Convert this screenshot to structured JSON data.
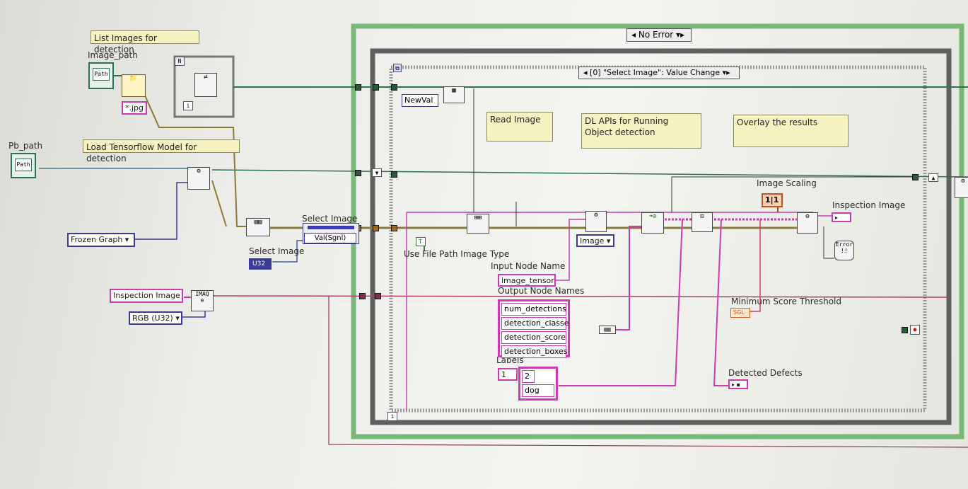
{
  "comments": {
    "list_images": "List Images for detection",
    "load_model": "Load Tensorflow Model for detection",
    "read_image": "Read Image",
    "dl_apis": "DL APIs for Running Object detection",
    "overlay": "Overlay the results"
  },
  "labels": {
    "image_path": "Image_path",
    "pb_path": "Pb_path",
    "select_image_top": "Select Image",
    "select_image_ctl": "Select Image",
    "use_file_path": "Use File Path Image Type",
    "input_node_name": "Input Node Name",
    "output_node_names": "Output Node Names",
    "labels": "Labels",
    "image_scaling": "Image Scaling",
    "inspection_image_out": "Inspection Image",
    "min_score": "Minimum Score Threshold",
    "detected_defects": "Detected Defects"
  },
  "controls": {
    "jpg": "*.jpg",
    "frozen_graph": "Frozen Graph",
    "inspection_image_in": "Inspection Image",
    "rgb_u32": "RGB (U32)",
    "select_image_type": "U32",
    "val_sgnl": "Val(Sgnl)",
    "newval": "NewVal",
    "image_type_out": "Image",
    "image_tensor": "image_tensor",
    "output_nodes": [
      "num_detections",
      "detection_classe",
      "detection_score",
      "detection_boxes"
    ],
    "labels_index": "1",
    "labels_index2": "2",
    "labels_value": "dog",
    "bool_const": "T",
    "sgl": "SGL",
    "scaling": "1",
    "loop_n": "N",
    "loop_i": "i"
  },
  "structures": {
    "case_selector": "No Error",
    "event_selector": "[0] \"Select Image\": Value Change"
  },
  "colors": {
    "wire_green": "#2f6f5a",
    "wire_pink": "#d03ab0",
    "wire_olive": "#8a7a3a",
    "wire_blue": "#4060a0",
    "case_border": "#7ab87a",
    "while_border": "#555555"
  }
}
